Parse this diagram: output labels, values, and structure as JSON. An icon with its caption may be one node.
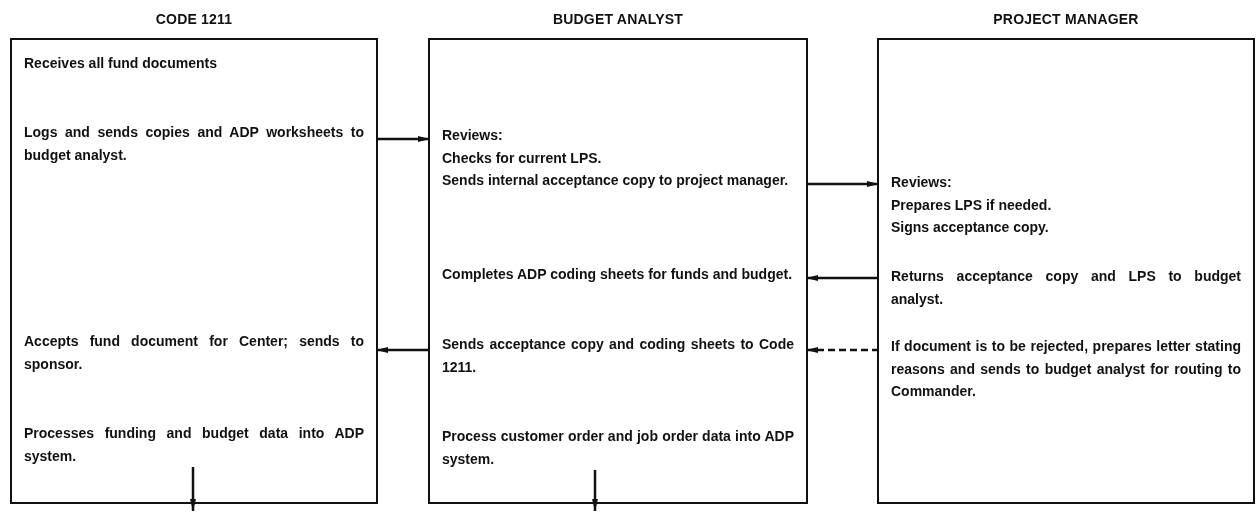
{
  "diagram": {
    "nodes": [
      {
        "text": [
          "CODE 1211"
        ]
      },
      {
        "text": [
          "Receives all fund documents"
        ],
        "in": 0
      },
      {
        "text": [
          "Logs and sends copies and ADP worksheets to budget analyst."
        ],
        "in": 0
      },
      {
        "text": [
          "Accepts fund document for Center; sends to sponsor."
        ],
        "in": 0
      },
      {
        "text": [
          "Processes funding and budget data into ADP system."
        ],
        "in": 0
      },
      {
        "text": [
          "BUDGET ANALYST"
        ]
      },
      {
        "text": [
          "Reviews:",
          "Checks for current LPS.",
          "Sends internal acceptance copy to project manager."
        ],
        "in": 5
      },
      {
        "text": [
          "Completes ADP coding sheets for funds and budget."
        ],
        "in": 5
      },
      {
        "text": [
          "Sends acceptance copy and coding sheets to Code 1211."
        ],
        "in": 5
      },
      {
        "text": [
          "Process customer order and job order data into ADP system."
        ],
        "in": 5
      },
      {
        "text": [
          "PROJECT MANAGER"
        ]
      },
      {
        "text": [
          "Reviews:",
          "Prepares LPS if needed.",
          "Signs acceptance copy."
        ],
        "in": 10
      },
      {
        "text": [
          "Returns acceptance copy and LPS to budget analyst."
        ],
        "in": 10
      },
      {
        "text": [
          "If document is to be rejected, prepares letter stating reasons and sends to budget analyst for routing to Commander."
        ],
        "in": 10
      }
    ],
    "edges": [
      {
        "from": 2,
        "to": 6,
        "arrow": "to"
      },
      {
        "from": 6,
        "to": 11,
        "arrow": "to"
      },
      {
        "from": 12,
        "to": 7,
        "arrow": "to"
      },
      {
        "from": 13,
        "to": 8,
        "arrow": "to",
        "style": "dashed"
      },
      {
        "from": 8,
        "to": 3,
        "arrow": "to"
      },
      {
        "from": 4,
        "to": null,
        "arrow": "to"
      },
      {
        "from": 9,
        "to": null,
        "arrow": "to"
      }
    ]
  }
}
